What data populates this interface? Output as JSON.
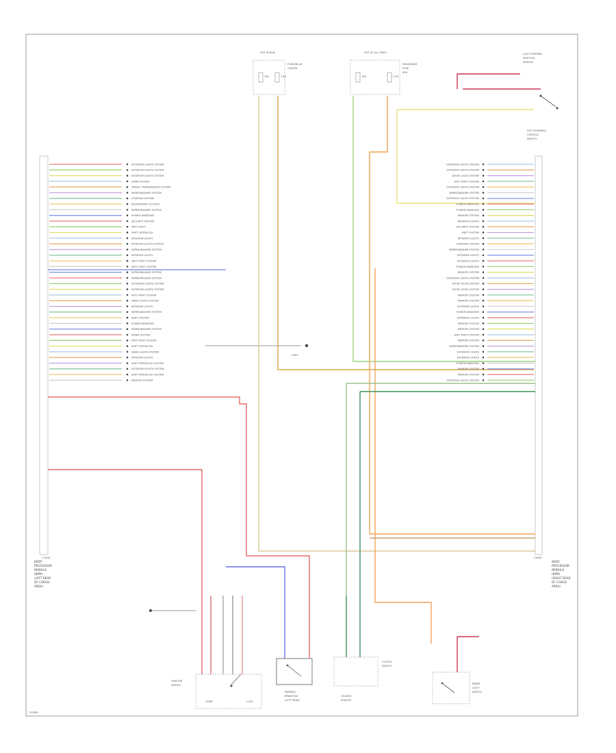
{
  "diagram": {
    "footer_code": "T12906",
    "left_module": {
      "name_lines": [
        "BODY",
        "PROCESSOR",
        "MODULE",
        "(BPM)",
        "(LEFT REAR",
        "OF CARGO",
        "AREA)"
      ],
      "connector": "C4034"
    },
    "right_module": {
      "name_lines": [
        "BODY",
        "PROCESSOR",
        "MODULE",
        "(BPM)",
        "(RIGHT REAR",
        "OF CARGO",
        "AREA)"
      ],
      "connector": "C4035"
    },
    "fuse_left": {
      "label": "HOT IN RUN",
      "fuses": [
        "15A",
        "7.5A"
      ]
    },
    "fuse_right": {
      "label": "HOT AT ALL TIMES",
      "fuses": [
        "15A",
        "7.5A"
      ]
    },
    "fuse_left_box": [
      "FUSE/RELAY",
      "CENTER"
    ],
    "fuse_right_box": [
      "PASSENGER",
      "FUSE",
      "BOX"
    ],
    "top_right_component": [
      "LAST STEERING",
      "POSITION",
      "SENSOR"
    ],
    "top_right_component2": [
      "HOT DOWNHILL",
      "CONTROL",
      "SWITCH"
    ],
    "ground_label": "G301",
    "bottom_components": [
      {
        "id": "ignition-switch",
        "lines": [
          "IGNITION",
          "SWITCH"
        ]
      },
      {
        "id": "start-label",
        "lines": [
          "START"
        ]
      },
      {
        "id": "lock-label",
        "lines": [
          "LOCK"
        ]
      },
      {
        "id": "parking-switch",
        "lines": [
          "PARKING",
          "BRAKE SW",
          "(LEFT REAR)"
        ]
      },
      {
        "id": "chassis-sensor",
        "lines": [
          "CHASSIS",
          "SENSOR"
        ]
      },
      {
        "id": "clutch-switch",
        "lines": [
          "CLUTCH",
          "SWITCH"
        ]
      },
      {
        "id": "brake-switch",
        "lines": [
          "BRAKE",
          "LIGHT",
          "SWITCH"
        ]
      }
    ],
    "left_pin_labels": [
      "EXTERIOR LIGHTS SYSTEM",
      "EXTERIOR LIGHTS SYSTEM",
      "EXTERIOR LIGHTS SYSTEM",
      "HORN SYSTEM",
      "TRAVEL TRANSMISSION SYSTEM",
      "WIPER/WASHER SYSTEM",
      "STARTING SYSTEM",
      "INSTRUMENT CLUSTER",
      "WIPER/WASHER SYSTEM",
      "POWER WINDOWS",
      "SECURITY SYSTEM",
      "ANTI THEFT",
      "SHIFT INTERLOCK",
      "INTERIOR LIGHTS",
      "INTERIOR LIGHTS SYSTEM",
      "WIPER/WASHER SYSTEM",
      "INTERIOR LIGHTS",
      "ANTI THEFT SYSTEM",
      "ANTI THEFT SYSTEM",
      "WIPER/WASHER SYSTEM",
      "WIPER/WASHER SYSTEM",
      "EXTERIOR LIGHTS SYSTEM",
      "EXTERIOR LIGHTS SYSTEM",
      "ANTI THEFT SYSTEM",
      "HEAD LIGHTS SYSTEM",
      "INTERIOR LIGHTS",
      "WIPER/WASHER SYSTEM",
      "SHIFT SYSTEM",
      "POWER WINDOWS",
      "WIPER/WASHER SYSTEM",
      "WIPER SYSTEM",
      "ANTI THEFT SYSTEM",
      "SHIFT INTERLOCK",
      "HEAD LIGHTS SYSTEM",
      "INTERIOR LIGHTS",
      "SHIFT INTERLOCK SYSTEM",
      "EXTERIOR LIGHTS SYSTEM",
      "SHIFT INTERLOCK SYSTEM",
      "MEMORY SYSTEM"
    ],
    "right_pin_labels": [
      "EXTERIOR LIGHTS SYSTEM",
      "EXTERIOR LIGHTS SYSTEM",
      "DOOR LOCKS SYSTEM",
      "ANTI THEFT SYSTEM",
      "EXTERIOR LIGHTS SYSTEM",
      "WIPER/WASHER SYSTEM",
      "EXTERIOR LIGHTS SYSTEM",
      "POWER WINDOWS",
      "POWER WINDOWS",
      "MEMORY SYSTEM",
      "INTERIOR LIGHTS",
      "SECURITY SYSTEM",
      "SHIFT SYSTEM",
      "INTERIOR LIGHTS",
      "STARTING SYSTEM",
      "WIPER/WASHER SYSTEM",
      "EXTERIOR LIGHTS",
      "EXTERIOR LIGHTS",
      "POWER WINDOWS",
      "MEMORY SYSTEM",
      "EXTERIOR LIGHTS SYSTEM",
      "DOOR LOCKS SYSTEM",
      "DOOR LOCKS SYSTEM",
      "MEMORY SYSTEM",
      "MEMORY SYSTEM",
      "EXTERIOR LIGHTS",
      "POWER WINDOWS",
      "EXTERIOR LIGHTS",
      "MEMORY SYSTEM",
      "MEMORY SYSTEM",
      "ANTI THEFT SYSTEM",
      "MEMORY SYSTEM",
      "WIPER/WASHER SYSTEM",
      "EXTERIOR LIGHTS",
      "EXTERIOR LIGHTS",
      "POWER WINDOWS",
      "MEMORY SYSTEM",
      "MEMORY SYSTEM",
      "EXTERIOR LIGHTS SYSTEM"
    ]
  }
}
